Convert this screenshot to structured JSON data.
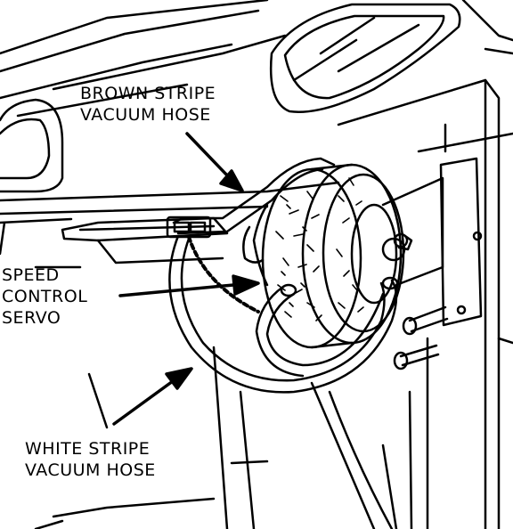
{
  "labels": {
    "brown_line1": "BROWN STRIPE",
    "brown_line2": "VACUUM HOSE",
    "servo_line1": "SPEED",
    "servo_line2": "CONTROL",
    "servo_line3": "SERVO",
    "white_line1": "WHITE STRIPE",
    "white_line2": "VACUUM HOSE"
  },
  "colors": {
    "ink": "#000000",
    "paper": "#ffffff"
  }
}
